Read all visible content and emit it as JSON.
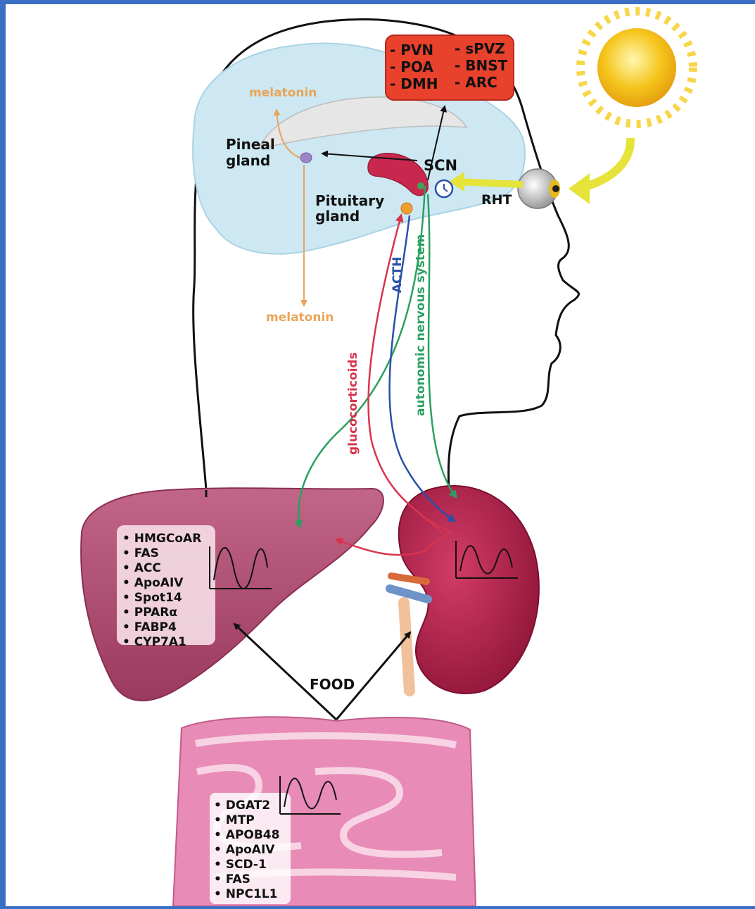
{
  "hypothalamus_nuclei": [
    "- PVN",
    "- POA",
    "- DMH",
    "- sPVZ",
    "- BNST",
    "- ARC"
  ],
  "labels": {
    "melatonin_top": "melatonin",
    "melatonin_bottom": "melatonin",
    "pineal_gland_line1": "Pineal",
    "pineal_gland_line2": "gland",
    "pituitary_gland_line1": "Pituitary",
    "pituitary_gland_line2": "gland",
    "scn": "SCN",
    "rht": "RHT",
    "acth": "ACTH",
    "autonomic": "autonomic nervous system",
    "glucocorticoids": "glucocorticoids",
    "food": "FOOD"
  },
  "liver_genes": [
    "• HMGCoAR",
    "• FAS",
    "• ACC",
    "• ApoAIV",
    "• Spot14",
    "• PPARα",
    "• FABP4",
    "• CYP7A1"
  ],
  "intestine_genes": [
    "• DGAT2",
    "• MTP",
    "• APOB48",
    "• ApoAIV",
    "• SCD-1",
    "• FAS",
    "• NPC1L1"
  ],
  "colors": {
    "frame_border": "#3b6fc4",
    "nuclei_box": "#e8412c",
    "melatonin": "#e8a55a",
    "acth": "#2a4fa8",
    "autonomic": "#2aa060",
    "glucocorticoids": "#d8344e",
    "liver": "#b04a6e",
    "kidney": "#b21e4a",
    "intestine": "#e88bb6",
    "sun": "#f5c51c",
    "light_arrow": "#e6e33a"
  }
}
